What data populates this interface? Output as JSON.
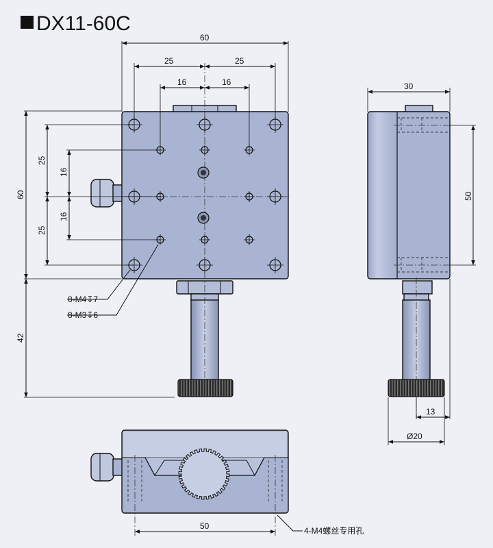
{
  "title": "DX11-60C",
  "dimensions": {
    "top_width": "60",
    "top_pitch_left": "25",
    "top_pitch_right": "25",
    "inner_pitch_left": "16",
    "inner_pitch_right": "16",
    "height": "60",
    "v_pitch_top": "25",
    "v_pitch_bottom": "25",
    "v_inner_top": "16",
    "v_inner_bottom": "16",
    "stem_length": "42",
    "side_width": "30",
    "side_height": "50",
    "knob_offset": "13",
    "knob_diameter": "Ø20",
    "bottom_pitch": "50"
  },
  "callouts": {
    "m4_holes": "8-M4↧7",
    "m3_holes": "8-M3↧6",
    "mount_holes": "4-M4螺丝专用孔"
  },
  "colors": {
    "background": "#eef0f5",
    "body_fill": "#a9b4d2",
    "body_light": "#c6cee4",
    "knurl": "#222222",
    "line": "#111111"
  }
}
